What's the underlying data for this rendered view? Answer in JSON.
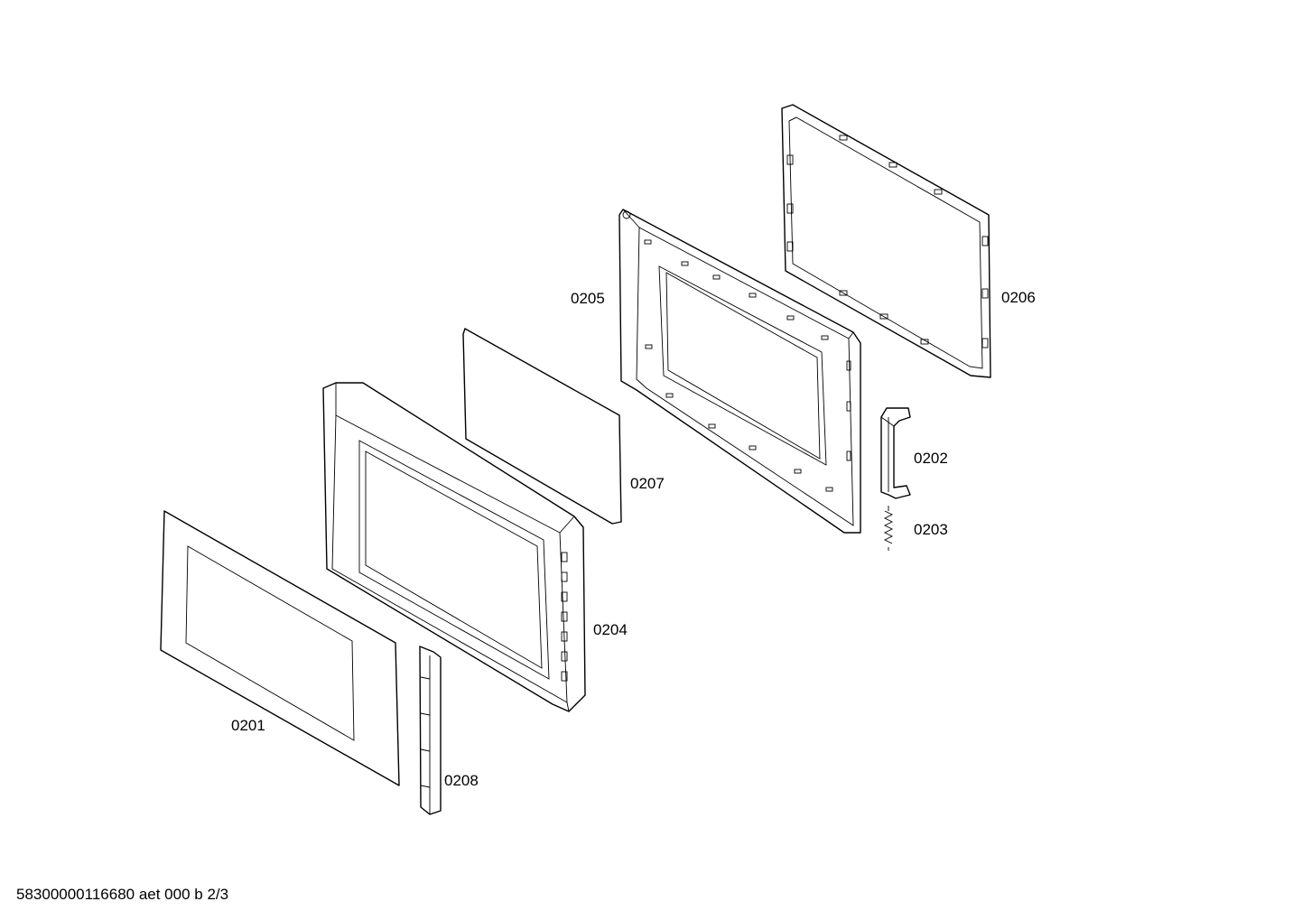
{
  "diagram": {
    "parts": [
      {
        "id": "p0201",
        "label": "0201"
      },
      {
        "id": "p0202",
        "label": "0202"
      },
      {
        "id": "p0203",
        "label": "0203"
      },
      {
        "id": "p0204",
        "label": "0204"
      },
      {
        "id": "p0205",
        "label": "0205"
      },
      {
        "id": "p0206",
        "label": "0206"
      },
      {
        "id": "p0207",
        "label": "0207"
      },
      {
        "id": "p0208",
        "label": "0208"
      }
    ]
  },
  "footer": {
    "text": "58300000116680 aet 000 b 2/3"
  }
}
